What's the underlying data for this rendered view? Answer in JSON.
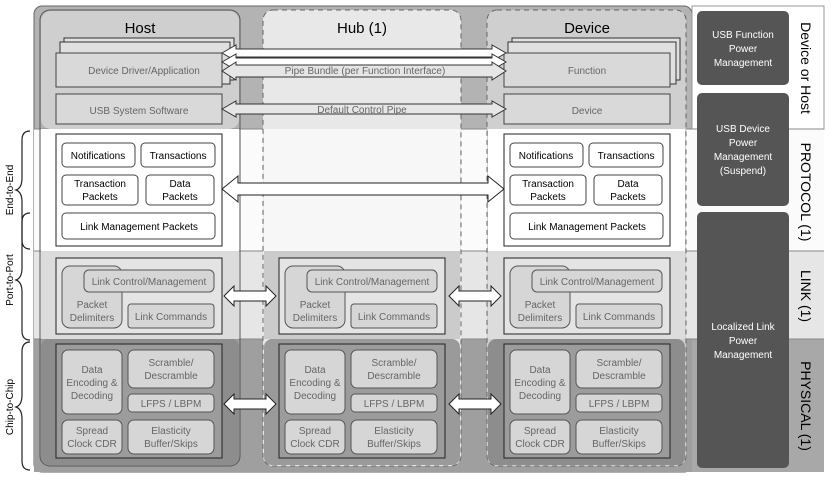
{
  "columns": {
    "host": "Host",
    "hub": "Hub (1)",
    "device": "Device"
  },
  "side_labels": {
    "end_to_end": "End-to-End",
    "port_to_port": "Port-to-Port",
    "chip_to_chip": "Chip-to-Chip"
  },
  "layer_labels": {
    "device_or_host": "Device or Host",
    "protocol": "PROTOCOL (1)",
    "link": "LINK (1)",
    "physical": "PHYSICAL (1)"
  },
  "power": {
    "function_pm": [
      "USB Function",
      "Power",
      "Management"
    ],
    "device_pm": [
      "USB Device",
      "Power",
      "Management",
      "(Suspend)"
    ],
    "link_pm": [
      "Localized Link",
      "Power",
      "Management"
    ]
  },
  "host_stack": {
    "driver": "Device Driver/Application",
    "system_sw": "USB System Software"
  },
  "device_stack": {
    "function": "Function",
    "device": "Device"
  },
  "pipes": {
    "pipe_bundle": "Pipe Bundle (per Function Interface)",
    "default_pipe": "Default Control Pipe"
  },
  "protocol": {
    "notifications": "Notifications",
    "transactions": "Transactions",
    "transaction_packets": [
      "Transaction",
      "Packets"
    ],
    "data_packets": [
      "Data",
      "Packets"
    ],
    "link_mgmt_packets": "Link Management Packets"
  },
  "link": {
    "control": "Link Control/Management",
    "delimiters": [
      "Packet",
      "Delimiters"
    ],
    "commands": "Link Commands"
  },
  "physical": {
    "encoding": [
      "Data",
      "Encoding &",
      "Decoding"
    ],
    "scramble": [
      "Scramble/",
      "Descramble"
    ],
    "lfps": "LFPS / LBPM",
    "spread": [
      "Spread",
      "Clock CDR"
    ],
    "elasticity": [
      "Elasticity",
      "Buffer/Skips"
    ]
  }
}
